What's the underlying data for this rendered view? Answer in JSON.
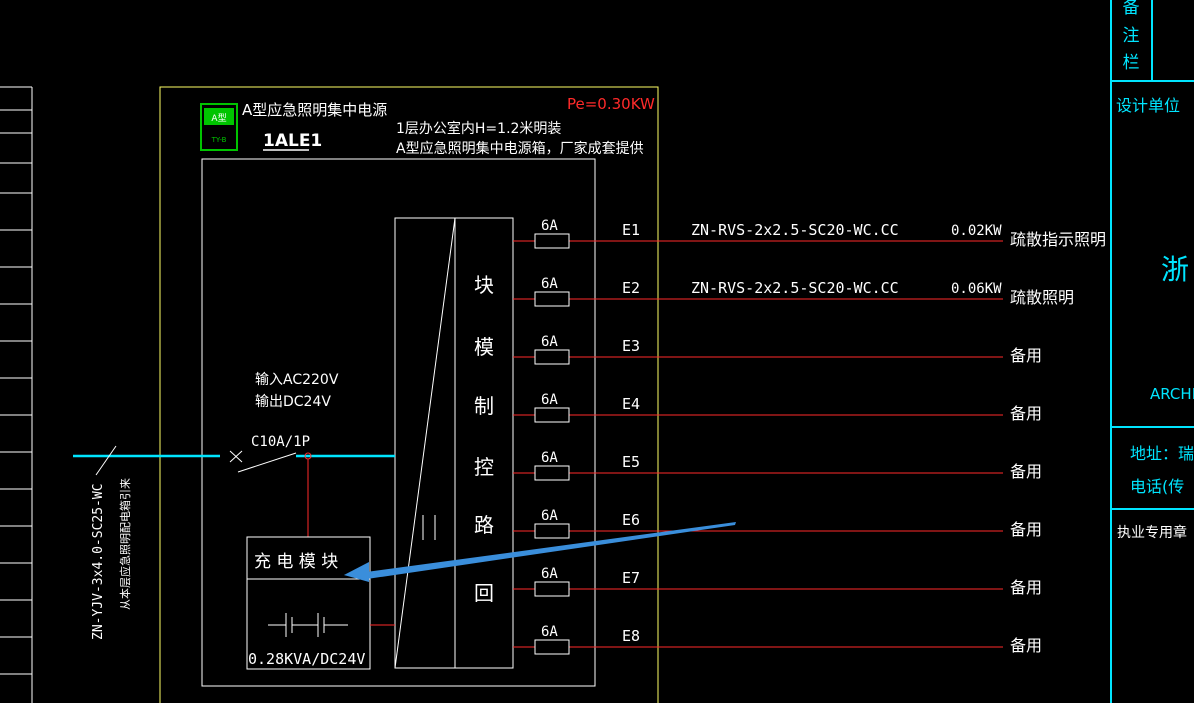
{
  "colors": {
    "background": "#000000",
    "frame": "#ffff66",
    "panel": "#ffffff",
    "circuit": "#ff2a2a",
    "feeder": "#00e5ff",
    "title_block": "#00e5ff",
    "arrow": "#3a8edb",
    "logo": "#00c400"
  },
  "panel": {
    "name": "A型应急照明集中电源",
    "id": "1ALE1",
    "power": "Pe=0.30KW",
    "note_line1": "1层办公室内H=1.2米明装",
    "note_line2": "A型应急照明集中电源箱，厂家成套提供",
    "logo_text_top": "A型",
    "logo_text_bottom": "TY-B",
    "input_label": "输入AC220V",
    "output_label": "输出DC24V",
    "breaker_label": "C10A/1P",
    "charger_label": "充 电 模 块",
    "charger_rating": "0.28KVA/DC24V",
    "module_chars": [
      "块",
      "模",
      "制",
      "控",
      "路",
      "回"
    ]
  },
  "incoming": {
    "cable_line1": "ZN-YJV-3x4.0-SC25-WC",
    "cable_line2": "从本层应急照明配电箱引来"
  },
  "circuits": [
    {
      "rating": "6A",
      "id": "E1",
      "cable": "ZN-RVS-2x2.5-SC20-WC.CC",
      "load": "0.02KW",
      "desc": "疏散指示照明"
    },
    {
      "rating": "6A",
      "id": "E2",
      "cable": "ZN-RVS-2x2.5-SC20-WC.CC",
      "load": "0.06KW",
      "desc": "疏散照明"
    },
    {
      "rating": "6A",
      "id": "E3",
      "cable": "",
      "load": "",
      "desc": "备用"
    },
    {
      "rating": "6A",
      "id": "E4",
      "cable": "",
      "load": "",
      "desc": "备用"
    },
    {
      "rating": "6A",
      "id": "E5",
      "cable": "",
      "load": "",
      "desc": "备用"
    },
    {
      "rating": "6A",
      "id": "E6",
      "cable": "",
      "load": "",
      "desc": "备用"
    },
    {
      "rating": "6A",
      "id": "E7",
      "cable": "",
      "load": "",
      "desc": "备用"
    },
    {
      "rating": "6A",
      "id": "E8",
      "cable": "",
      "load": "",
      "desc": "备用"
    }
  ],
  "title_block": {
    "remarks_chars": [
      "备",
      "注",
      "栏"
    ],
    "design_unit": "设计单位",
    "company_char": "浙",
    "arch_text": "ARCHI",
    "address": "地址：瑞",
    "phone": "电话(传",
    "seal": "执业专用章"
  }
}
